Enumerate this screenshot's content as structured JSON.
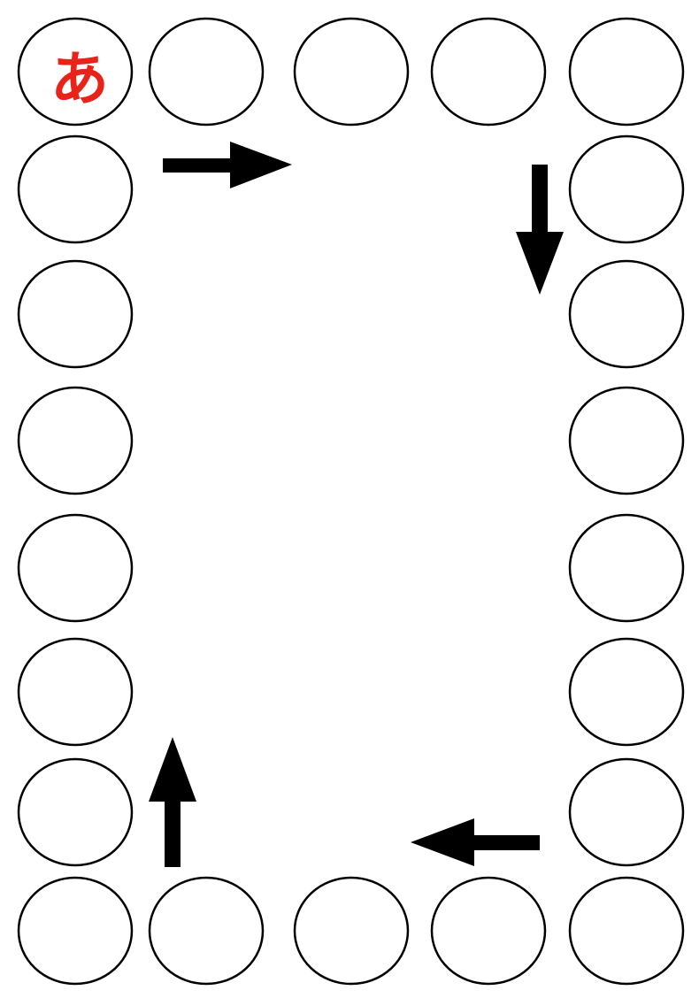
{
  "colors": {
    "outline": "#000000",
    "label": "#e8231a",
    "background": "#ffffff"
  },
  "board": {
    "cells_top_row": 5,
    "cells_per_side_column": 8,
    "start_cell_label": "あ"
  },
  "arrows": [
    {
      "name": "arrow-right",
      "direction": "right"
    },
    {
      "name": "arrow-down",
      "direction": "down"
    },
    {
      "name": "arrow-left",
      "direction": "left"
    },
    {
      "name": "arrow-up",
      "direction": "up"
    }
  ]
}
